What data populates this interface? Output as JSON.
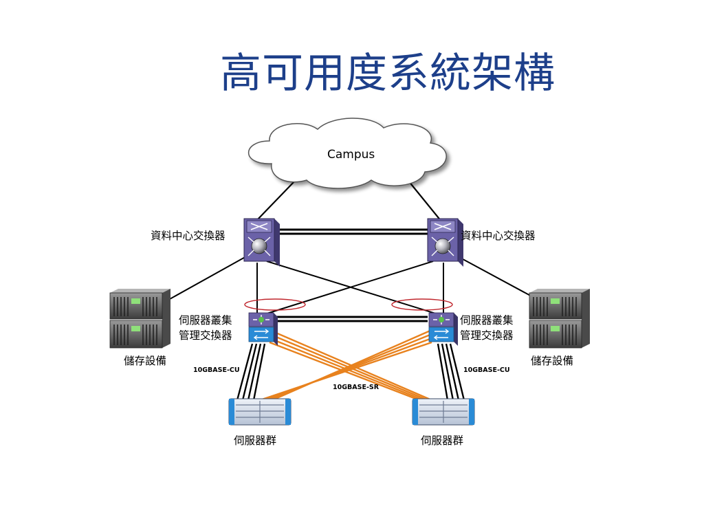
{
  "title": "高可用度系統架構",
  "cloud_label": "Campus",
  "core_switch_left_label": "資料中心交換器",
  "core_switch_right_label": "資料中心交換器",
  "cluster_switch_left_label": [
    "伺服器叢集",
    "管理交換器"
  ],
  "cluster_switch_right_label": [
    "伺服器叢集",
    "管理交換器"
  ],
  "storage_left_label": "儲存設備",
  "storage_right_label": "儲存設備",
  "server_left_label": "伺服器群",
  "server_right_label": "伺服器群",
  "link_cu_left": "10GBASE-CU",
  "link_cu_right": "10GBASE-CU",
  "link_sr": "10GBASE-SR",
  "colors": {
    "title": "#1d3f8a",
    "switch_body": "#6b62a8",
    "fiber": "#e8821e",
    "lag_ring": "#c0262d",
    "cluster_switch_lower": "#2a8bd6"
  }
}
